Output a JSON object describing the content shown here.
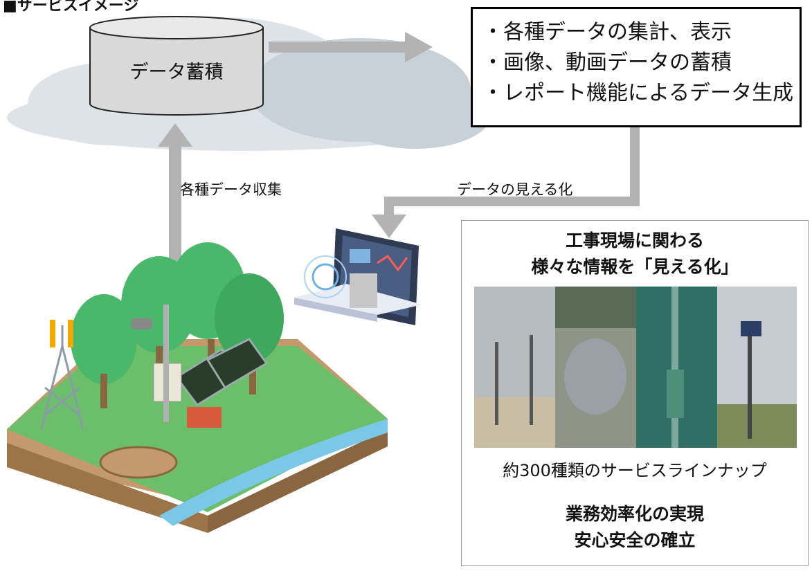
{
  "title": "■サービスイメージ",
  "cloud": {
    "storage_label": "データ蓄積"
  },
  "features": [
    "・各種データの集計、表示",
    "・画像、動画データの蓄積",
    "・レポート機能によるデータ生成"
  ],
  "arrows": {
    "collect_label": "各種データ収集",
    "visualize_label": "データの見える化"
  },
  "panel": {
    "heading_line1": "工事現場に関わる",
    "heading_line2": "様々な情報を「見える化」",
    "lineup": "約300種類のサービスラインナップ",
    "result_line1": "業務効率化の実現",
    "result_line2": "安心安全の確立"
  },
  "colors": {
    "arrow": "#b3b3b3",
    "cloud": "#dde3e8",
    "cloud_shadow": "#c9d1d8",
    "cylinder": "#d9d9d9",
    "tree": "#49b86a",
    "grass": "#6cbf6a",
    "water": "#7bc7e8",
    "soil": "#c49a6c",
    "result_arrow": "#5f8f2f"
  }
}
